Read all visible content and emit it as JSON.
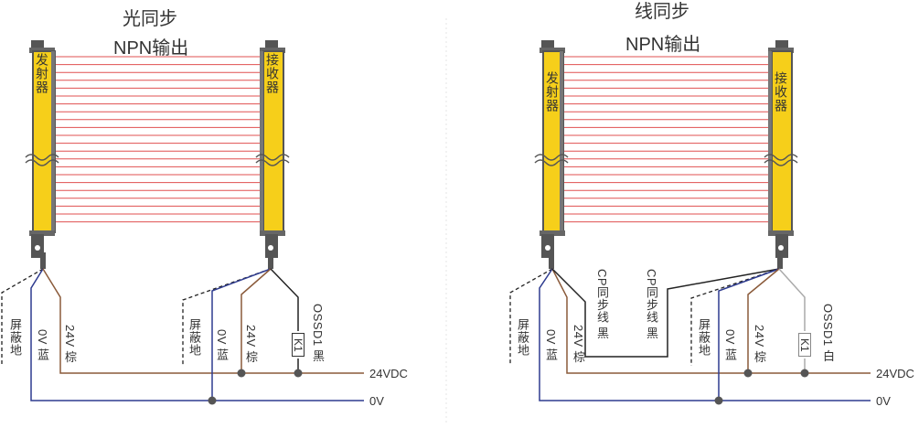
{
  "left": {
    "title_line1": "光同步",
    "title_line2": "NPN输出",
    "emitter_label": "发射器",
    "receiver_label": "接收器",
    "shield_label": "屏蔽地",
    "wire_0v": "0V 蓝",
    "wire_24v": "24V 棕",
    "shield2_label": "屏蔽地",
    "wire2_0v": "0V 蓝",
    "wire2_24v": "24V 棕",
    "relay": "K1",
    "ossd": "OSSD1 黑",
    "rail_24v": "24VDC",
    "rail_0v": "0V"
  },
  "right": {
    "title_line1": "线同步",
    "title_line2": "NPN输出",
    "emitter_label": "发射器",
    "receiver_label": "接收器",
    "shield_label": "屏蔽地",
    "wire_0v": "0V 蓝",
    "wire_24v": "24V 棕",
    "cp_left": "CP同步线 黑",
    "cp_right": "CP同步线 黑",
    "shield2_label": "屏蔽地",
    "wire2_0v": "0V 蓝",
    "wire2_24v": "24V 棕",
    "relay": "K1",
    "ossd": "OSSD1 白",
    "rail_24v": "24VDC",
    "rail_0v": "0V"
  },
  "colors": {
    "bar_yellow": "#f6cf1a",
    "bar_frame": "#555555",
    "beam_red": "#e05050",
    "wire_blue": "#2e3b8f",
    "wire_brown": "#8a5a3a",
    "wire_black": "#222222",
    "wire_white": "#aaaaaa"
  }
}
